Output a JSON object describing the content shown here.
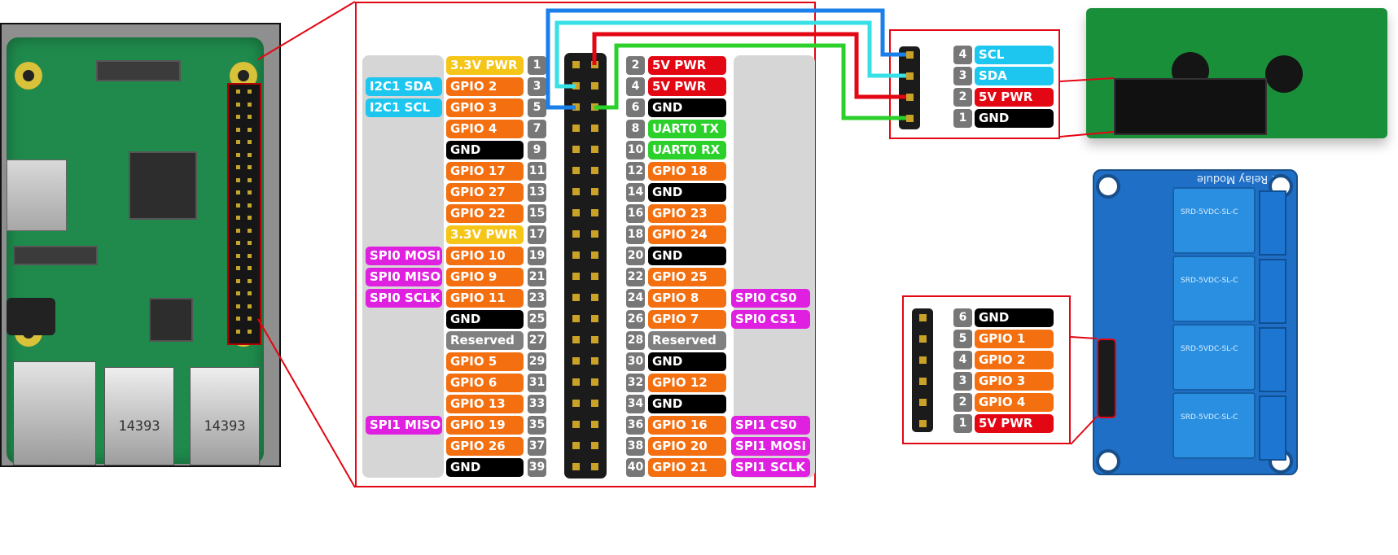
{
  "colors": {
    "power33": "#f5c518",
    "power5": "#e30613",
    "gpio": "#f36f0f",
    "ground": "#000000",
    "i2c": "#1dc6ef",
    "spi": "#e020e0",
    "uart": "#2bd02b",
    "reserved": "#808080",
    "highlight_border": "#e30613",
    "wire_scl": "#1a7fe8",
    "wire_sda": "#36e0e6",
    "wire_5v": "#e30613",
    "wire_gnd": "#2bd02b"
  },
  "raspberry_pi": {
    "usb_label_1": "14393",
    "usb_label_2": "14393"
  },
  "gpio_header": {
    "left": [
      {
        "pin": "1",
        "label": "3.3V PWR",
        "kind": "power33",
        "func": ""
      },
      {
        "pin": "3",
        "label": "GPIO 2",
        "kind": "gpio",
        "func": "I2C1 SDA",
        "func_kind": "i2c"
      },
      {
        "pin": "5",
        "label": "GPIO 3",
        "kind": "gpio",
        "func": "I2C1 SCL",
        "func_kind": "i2c"
      },
      {
        "pin": "7",
        "label": "GPIO 4",
        "kind": "gpio",
        "func": ""
      },
      {
        "pin": "9",
        "label": "GND",
        "kind": "ground",
        "func": ""
      },
      {
        "pin": "11",
        "label": "GPIO 17",
        "kind": "gpio",
        "func": ""
      },
      {
        "pin": "13",
        "label": "GPIO 27",
        "kind": "gpio",
        "func": ""
      },
      {
        "pin": "15",
        "label": "GPIO 22",
        "kind": "gpio",
        "func": ""
      },
      {
        "pin": "17",
        "label": "3.3V PWR",
        "kind": "power33",
        "func": ""
      },
      {
        "pin": "19",
        "label": "GPIO 10",
        "kind": "gpio",
        "func": "SPI0 MOSI",
        "func_kind": "spi"
      },
      {
        "pin": "21",
        "label": "GPIO 9",
        "kind": "gpio",
        "func": "SPI0 MISO",
        "func_kind": "spi"
      },
      {
        "pin": "23",
        "label": "GPIO 11",
        "kind": "gpio",
        "func": "SPI0 SCLK",
        "func_kind": "spi"
      },
      {
        "pin": "25",
        "label": "GND",
        "kind": "ground",
        "func": ""
      },
      {
        "pin": "27",
        "label": "Reserved",
        "kind": "reserved",
        "func": ""
      },
      {
        "pin": "29",
        "label": "GPIO 5",
        "kind": "gpio",
        "func": ""
      },
      {
        "pin": "31",
        "label": "GPIO 6",
        "kind": "gpio",
        "func": ""
      },
      {
        "pin": "33",
        "label": "GPIO 13",
        "kind": "gpio",
        "func": ""
      },
      {
        "pin": "35",
        "label": "GPIO 19",
        "kind": "gpio",
        "func": "SPI1 MISO",
        "func_kind": "spi"
      },
      {
        "pin": "37",
        "label": "GPIO 26",
        "kind": "gpio",
        "func": ""
      },
      {
        "pin": "39",
        "label": "GND",
        "kind": "ground",
        "func": ""
      }
    ],
    "right": [
      {
        "pin": "2",
        "label": "5V PWR",
        "kind": "power5",
        "func": ""
      },
      {
        "pin": "4",
        "label": "5V PWR",
        "kind": "power5",
        "func": ""
      },
      {
        "pin": "6",
        "label": "GND",
        "kind": "ground",
        "func": ""
      },
      {
        "pin": "8",
        "label": "UART0 TX",
        "kind": "uart",
        "func": ""
      },
      {
        "pin": "10",
        "label": "UART0 RX",
        "kind": "uart",
        "func": ""
      },
      {
        "pin": "12",
        "label": "GPIO 18",
        "kind": "gpio",
        "func": ""
      },
      {
        "pin": "14",
        "label": "GND",
        "kind": "ground",
        "func": ""
      },
      {
        "pin": "16",
        "label": "GPIO 23",
        "kind": "gpio",
        "func": ""
      },
      {
        "pin": "18",
        "label": "GPIO 24",
        "kind": "gpio",
        "func": ""
      },
      {
        "pin": "20",
        "label": "GND",
        "kind": "ground",
        "func": ""
      },
      {
        "pin": "22",
        "label": "GPIO 25",
        "kind": "gpio",
        "func": ""
      },
      {
        "pin": "24",
        "label": "GPIO 8",
        "kind": "gpio",
        "func": "SPI0 CS0",
        "func_kind": "spi"
      },
      {
        "pin": "26",
        "label": "GPIO 7",
        "kind": "gpio",
        "func": "SPI0 CS1",
        "func_kind": "spi"
      },
      {
        "pin": "28",
        "label": "Reserved",
        "kind": "reserved",
        "func": ""
      },
      {
        "pin": "30",
        "label": "GND",
        "kind": "ground",
        "func": ""
      },
      {
        "pin": "32",
        "label": "GPIO 12",
        "kind": "gpio",
        "func": ""
      },
      {
        "pin": "34",
        "label": "GND",
        "kind": "ground",
        "func": ""
      },
      {
        "pin": "36",
        "label": "GPIO 16",
        "kind": "gpio",
        "func": "SPI1 CS0",
        "func_kind": "spi"
      },
      {
        "pin": "38",
        "label": "GPIO 20",
        "kind": "gpio",
        "func": "SPI1 MOSI",
        "func_kind": "spi"
      },
      {
        "pin": "40",
        "label": "GPIO 21",
        "kind": "gpio",
        "func": "SPI1 SCLK",
        "func_kind": "spi"
      }
    ]
  },
  "lcd_module": {
    "pins": [
      {
        "pin": "4",
        "label": "SCL",
        "kind": "i2c"
      },
      {
        "pin": "3",
        "label": "SDA",
        "kind": "i2c"
      },
      {
        "pin": "2",
        "label": "5V PWR",
        "kind": "power5"
      },
      {
        "pin": "1",
        "label": "GND",
        "kind": "ground"
      }
    ]
  },
  "relay_module": {
    "title": "4 Relay Module",
    "relay_text": "SRD-5VDC-SL-C",
    "pins": [
      {
        "pin": "6",
        "label": "GND",
        "kind": "ground"
      },
      {
        "pin": "5",
        "label": "GPIO 1",
        "kind": "gpio"
      },
      {
        "pin": "4",
        "label": "GPIO 2",
        "kind": "gpio"
      },
      {
        "pin": "3",
        "label": "GPIO 3",
        "kind": "gpio"
      },
      {
        "pin": "2",
        "label": "GPIO 4",
        "kind": "gpio"
      },
      {
        "pin": "1",
        "label": "5V PWR",
        "kind": "power5"
      }
    ]
  },
  "wiring": [
    {
      "from_pin": "5",
      "to": "SCL",
      "color": "wire_scl"
    },
    {
      "from_pin": "3",
      "to": "SDA",
      "color": "wire_sda"
    },
    {
      "from_pin": "2",
      "to": "5V PWR",
      "color": "wire_5v"
    },
    {
      "from_pin": "6",
      "to": "GND",
      "color": "wire_gnd"
    }
  ]
}
